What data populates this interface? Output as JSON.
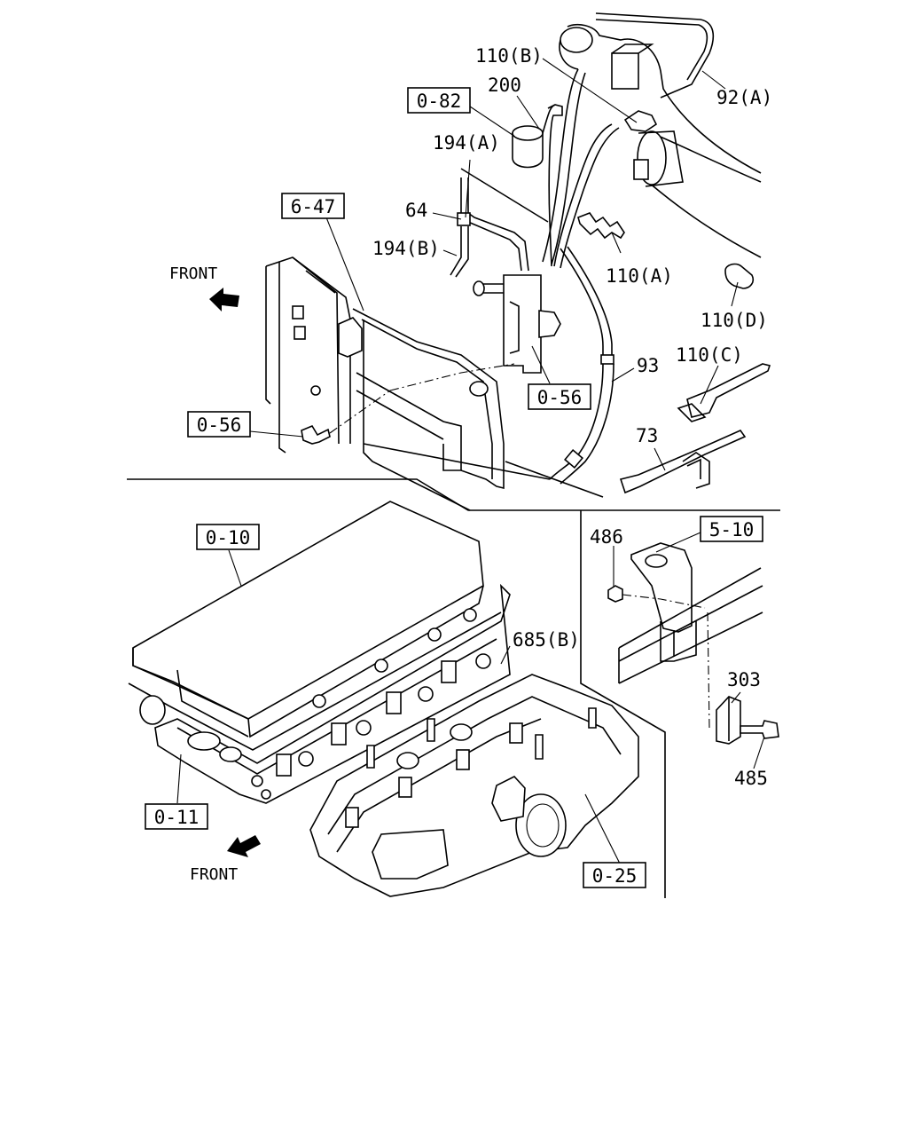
{
  "references": {
    "r082": "0-82",
    "r647": "6-47",
    "r056a": "0-56",
    "r056b": "0-56",
    "r510": "5-10",
    "r010": "0-10",
    "r011": "0-11",
    "r025": "0-25"
  },
  "parts": {
    "p110b": "110(B)",
    "p200": "200",
    "p92a": "92(A)",
    "p194a": "194(A)",
    "p64": "64",
    "p194b": "194(B)",
    "p110a": "110(A)",
    "p110d": "110(D)",
    "p110c": "110(C)",
    "p93": "93",
    "p73": "73",
    "p486": "486",
    "p303": "303",
    "p485": "485",
    "p685b": "685(B)"
  },
  "front_labels": {
    "top": "FRONT",
    "bottom": "FRONT"
  }
}
